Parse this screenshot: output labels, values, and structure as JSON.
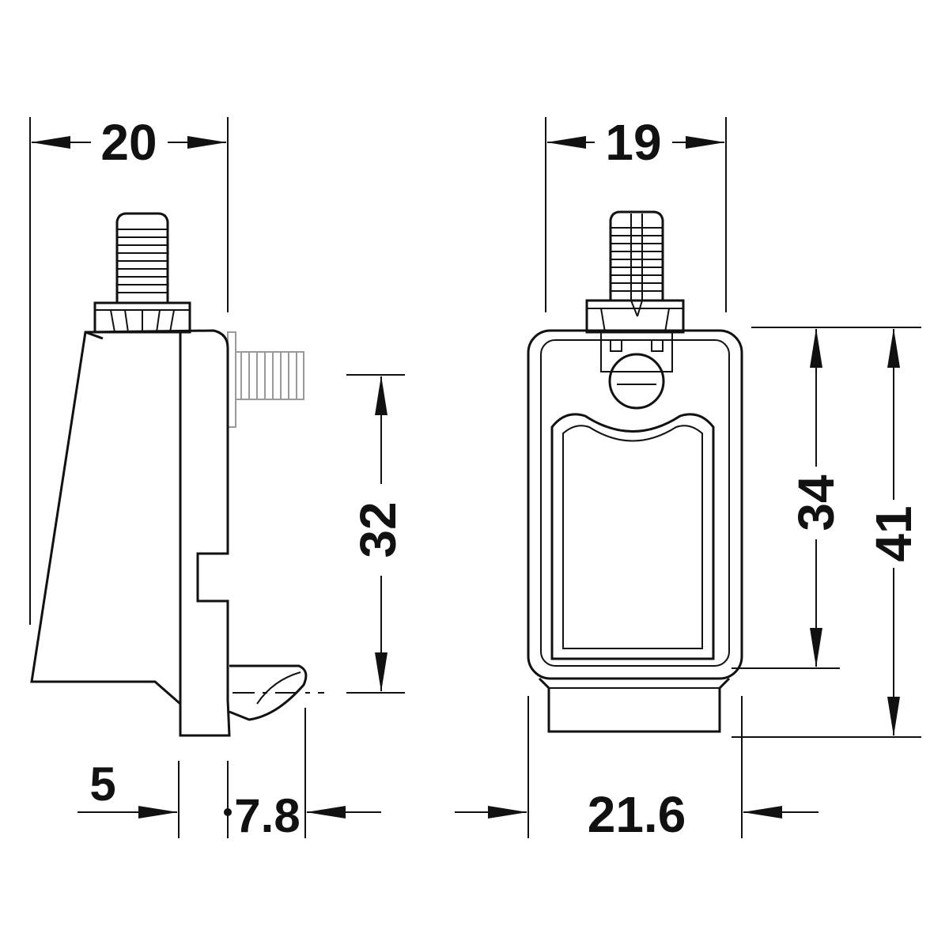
{
  "dimensions": {
    "side_width": "20",
    "front_width": "19",
    "side_height": "32",
    "inner_height": "34",
    "total_height": "41",
    "offset_left": "5",
    "offset_right": "7.8",
    "base_width": "21.6"
  },
  "colors": {
    "line": "#111111",
    "ghost": "#9a9a9a",
    "background": "#ffffff"
  }
}
